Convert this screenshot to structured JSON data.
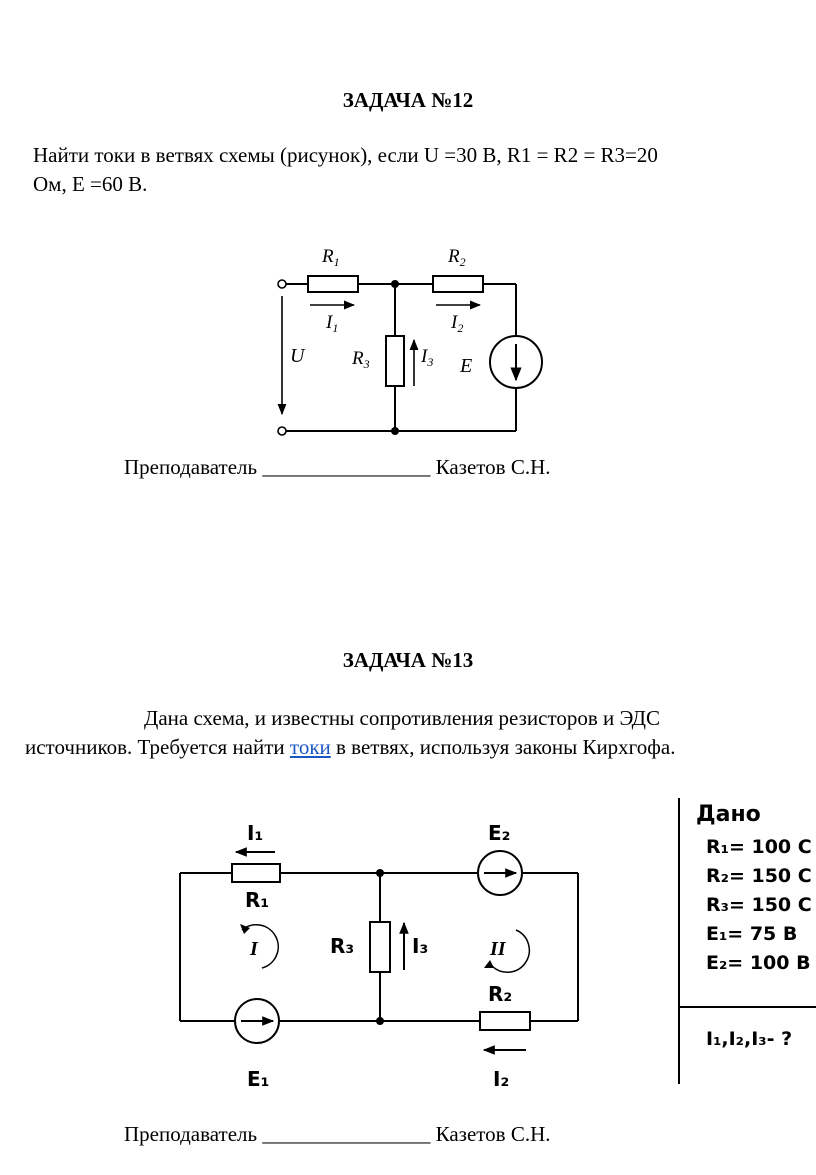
{
  "task12": {
    "title": "ЗАДАЧА №12",
    "text_line1": "Найти токи в ветвях схемы (рисунок), если U =30 В, R1 = R2 = R3=20",
    "text_line2": "Ом, Е =60 В.",
    "circuit": {
      "r1": "R",
      "r1_sub": "1",
      "r2": "R",
      "r2_sub": "2",
      "r3": "R",
      "r3_sub": "3",
      "i1": "I",
      "i1_sub": "1",
      "i2": "I",
      "i2_sub": "2",
      "i3": "I",
      "i3_sub": "3",
      "u": "U",
      "e": "E"
    },
    "teacher_label": "Преподаватель",
    "teacher_line": "________________",
    "teacher_name": "Казетов С.Н."
  },
  "task13": {
    "title": "ЗАДАЧА №13",
    "text_line1": "Дана схема, и известны сопротивления резисторов и ЭДС",
    "text_line2_pre": "источников. Требуется найти ",
    "text_link": "токи",
    "text_line2_post": " в ветвях, используя законы Кирхгофа.",
    "circuit": {
      "i1": "I₁",
      "r1": "R₁",
      "loop1": "I",
      "r3": "R₃",
      "i3": "I₃",
      "e1": "E₁",
      "e2": "E₂",
      "loop2": "II",
      "r2": "R₂",
      "i2": "I₂"
    },
    "given": {
      "heading": "Дано",
      "lines": [
        "R₁= 100 С",
        "R₂= 150 С",
        "R₃= 150 С",
        "E₁= 75 В",
        "E₂= 100 В"
      ],
      "find": "I₁,I₂,I₃- ?"
    },
    "teacher_label": "Преподаватель",
    "teacher_line": "________________",
    "teacher_name": "Казетов С.Н."
  }
}
